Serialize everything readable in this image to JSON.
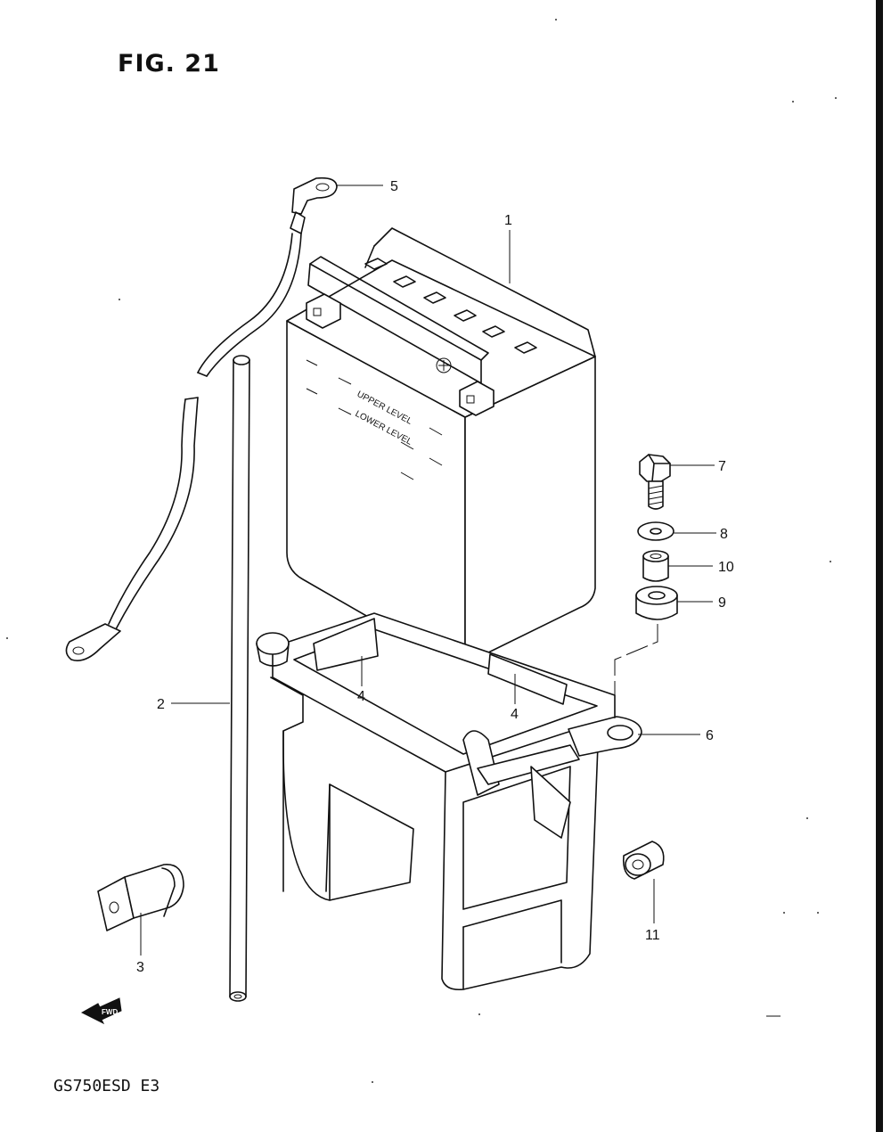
{
  "header": {
    "figure_label": "FIG. 21"
  },
  "footer": {
    "model_code": "GS750ESD  E3"
  },
  "battery_markings": {
    "upper": "UPPER LEVEL",
    "lower": "LOWER LEVEL"
  },
  "fwd_marker": "FWD",
  "callouts": [
    {
      "number": "1"
    },
    {
      "number": "2"
    },
    {
      "number": "3"
    },
    {
      "number": "4"
    },
    {
      "number": "4"
    },
    {
      "number": "5"
    },
    {
      "number": "6"
    },
    {
      "number": "7"
    },
    {
      "number": "8"
    },
    {
      "number": "9"
    },
    {
      "number": "10"
    },
    {
      "number": "11"
    }
  ]
}
